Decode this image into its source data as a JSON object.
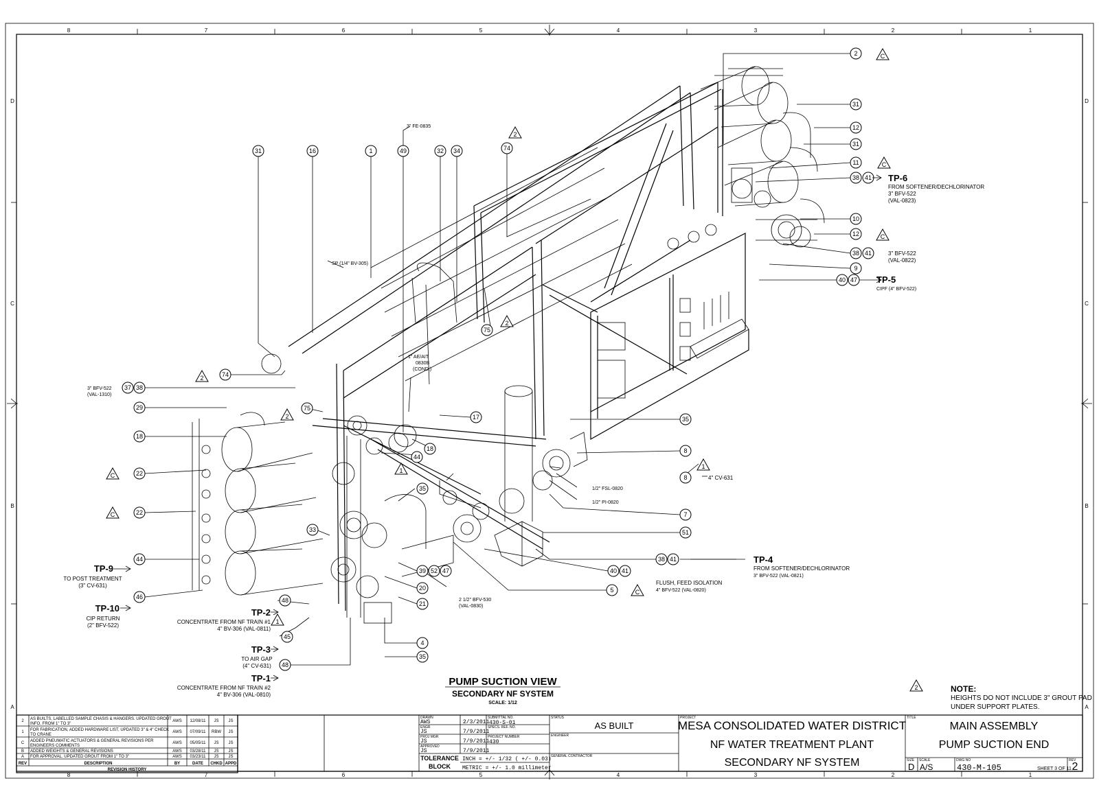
{
  "zones": {
    "columns": [
      "8",
      "7",
      "6",
      "5",
      "4",
      "3",
      "2",
      "1"
    ],
    "rows": [
      "D",
      "C",
      "B",
      "A"
    ]
  },
  "balloons": [
    {
      "id": "b-2-top",
      "label": "2"
    },
    {
      "id": "b-31-r1",
      "label": "31"
    },
    {
      "id": "b-12-r1",
      "label": "12"
    },
    {
      "id": "b-31-r2",
      "label": "31"
    },
    {
      "id": "b-11",
      "label": "11"
    },
    {
      "id": "b-38-tp6",
      "label": "38"
    },
    {
      "id": "b-41-tp6",
      "label": "41"
    },
    {
      "id": "b-10",
      "label": "10"
    },
    {
      "id": "b-12-r2",
      "label": "12"
    },
    {
      "id": "b-38-r",
      "label": "38"
    },
    {
      "id": "b-41-r",
      "label": "41"
    },
    {
      "id": "b-9",
      "label": "9"
    },
    {
      "id": "b-40-tp5",
      "label": "40"
    },
    {
      "id": "b-47-tp5",
      "label": "47"
    },
    {
      "id": "b-31-top",
      "label": "31"
    },
    {
      "id": "b-16",
      "label": "16"
    },
    {
      "id": "b-1",
      "label": "1"
    },
    {
      "id": "b-49",
      "label": "49"
    },
    {
      "id": "b-32",
      "label": "32"
    },
    {
      "id": "b-34",
      "label": "34"
    },
    {
      "id": "b-74-top",
      "label": "74"
    },
    {
      "id": "b-75-mid",
      "label": "75"
    },
    {
      "id": "b-74-left",
      "label": "74"
    },
    {
      "id": "b-37",
      "label": "37"
    },
    {
      "id": "b-38-left",
      "label": "38"
    },
    {
      "id": "b-29",
      "label": "29"
    },
    {
      "id": "b-75-left",
      "label": "75"
    },
    {
      "id": "b-18-left",
      "label": "18"
    },
    {
      "id": "b-22-a",
      "label": "22"
    },
    {
      "id": "b-22-b",
      "label": "22"
    },
    {
      "id": "b-17",
      "label": "17"
    },
    {
      "id": "b-44-mid",
      "label": "44"
    },
    {
      "id": "b-18-mid",
      "label": "18"
    },
    {
      "id": "b-35-r",
      "label": "35"
    },
    {
      "id": "b-8-a",
      "label": "8"
    },
    {
      "id": "b-8-b",
      "label": "8"
    },
    {
      "id": "b-7",
      "label": "7"
    },
    {
      "id": "b-51",
      "label": "51"
    },
    {
      "id": "b-38-tp4",
      "label": "38"
    },
    {
      "id": "b-41-tp4",
      "label": "41"
    },
    {
      "id": "b-40-ff",
      "label": "40"
    },
    {
      "id": "b-41-ff",
      "label": "41"
    },
    {
      "id": "b-5",
      "label": "5"
    },
    {
      "id": "b-35-mid",
      "label": "35"
    },
    {
      "id": "b-33",
      "label": "33"
    },
    {
      "id": "b-39",
      "label": "39"
    },
    {
      "id": "b-52",
      "label": "52"
    },
    {
      "id": "b-47-mid",
      "label": "47"
    },
    {
      "id": "b-20",
      "label": "20"
    },
    {
      "id": "b-21",
      "label": "21"
    },
    {
      "id": "b-4",
      "label": "4"
    },
    {
      "id": "b-35-bot",
      "label": "35"
    },
    {
      "id": "b-44-tp9",
      "label": "44"
    },
    {
      "id": "b-46",
      "label": "46"
    },
    {
      "id": "b-48-tp2",
      "label": "48"
    },
    {
      "id": "b-45",
      "label": "45"
    },
    {
      "id": "b-48-tp1",
      "label": "48"
    }
  ],
  "revision_triangles": [
    {
      "id": "t-c-top",
      "label": "C"
    },
    {
      "id": "t-c-11",
      "label": "C"
    },
    {
      "id": "t-c-12",
      "label": "C"
    },
    {
      "id": "t-2-74",
      "label": "2"
    },
    {
      "id": "t-2-75",
      "label": "2"
    },
    {
      "id": "t-2-left74",
      "label": "2"
    },
    {
      "id": "t-2-left75",
      "label": "2"
    },
    {
      "id": "t-c-22a",
      "label": "C"
    },
    {
      "id": "t-c-22b",
      "label": "C"
    },
    {
      "id": "t-1-44",
      "label": "1"
    },
    {
      "id": "t-1-8",
      "label": "1"
    },
    {
      "id": "t-c-5",
      "label": "C"
    },
    {
      "id": "t-1-45",
      "label": "1"
    },
    {
      "id": "t-2-note",
      "label": "2"
    }
  ],
  "callouts": {
    "tp6": {
      "tag": "TP-6",
      "l1": "FROM SOFTENER/DECHLORINATOR",
      "l2": "3\" BFV-522",
      "l3": "(VAL-0823)"
    },
    "bfv0822": {
      "l1": "3\" BFV-522",
      "l2": "(VAL-0822)"
    },
    "tp5": {
      "tag": "TP-5",
      "l1": "CIPF (4\" BFV-522)"
    },
    "fe0835": "3\" FE-0835",
    "sp305": "SP (1/4\" BV-305)",
    "aeait": {
      "l1": "1\" AE/AIT",
      "l2": "0830B",
      "l3": "(COND.)"
    },
    "bfv1310": {
      "l1": "3\" BFV-522",
      "l2": "(VAL-1310)"
    },
    "cv631": "4\" CV-631",
    "fsl0820": "1/2\" FSL-0820",
    "pi0820": "1/2\" PI-0820",
    "tp4": {
      "tag": "TP-4",
      "l1": "FROM SOFTENER/DECHLORINATOR",
      "l2": "3\" BFV-522 (VAL-0821)"
    },
    "flush": {
      "l1": "FLUSH, FEED ISOLATION",
      "l2": "4\" BFV-522 (VAL-0820)"
    },
    "bfv530": {
      "l1": "2 1/2\" BFV-530",
      "l2": "(VAL-0830)"
    },
    "tp9": {
      "tag": "TP-9",
      "l1": "TO POST TREATMENT",
      "l2": "(3\" CV-631)"
    },
    "tp10": {
      "tag": "TP-10",
      "l1": "CIP RETURN",
      "l2": "(2\" BFV-522)"
    },
    "tp2": {
      "tag": "TP-2",
      "l1": "CONCENTRATE FROM NF TRAIN #1",
      "l2": "4\" BV-306 (VAL-0811)"
    },
    "tp3": {
      "tag": "TP-3",
      "l1": "TO AIR GAP",
      "l2": "(4\" CV-631)"
    },
    "tp1": {
      "tag": "TP-1",
      "l1": "CONCENTRATE FROM NF TRAIN #2",
      "l2": "4\" BV-306 (VAL-0810)"
    }
  },
  "view": {
    "title": "PUMP SUCTION VIEW",
    "subtitle": "SECONDARY NF SYSTEM",
    "scale": "SCALE: 1/12"
  },
  "note": {
    "title": "NOTE:",
    "line1": "HEIGHTS DO NOT INCLUDE 3\" GROUT PAD",
    "line2": "UNDER SUPPORT PLATES."
  },
  "revisions": {
    "rows": [
      {
        "rev": "2",
        "desc1": "AS BUILTS, LABELLED SAMPLE CHASIS & HANGERS. UPDATED GROUT",
        "desc2": "INFO. FROM 1\" TO 3\"",
        "by": "AWS",
        "date": "12/08/11",
        "chkd": "JS",
        "appd": "JS"
      },
      {
        "rev": "1",
        "desc1": "FOR FABRICATION, ADDED HARDWARE LIST, UPDATED 3\" & 4\" CHECK",
        "desc2": "TO CRANE",
        "by": "AWS",
        "date": "07/09/11",
        "chkd": "RBW",
        "appd": "JS"
      },
      {
        "rev": "C",
        "desc1": "ADDED PNEUMATIC ACTUATORS & GENERAL REVISIONS PER",
        "desc2": "ENGINEERS COMMENTS",
        "by": "AWS",
        "date": "05/05/11",
        "chkd": "JS",
        "appd": "JS"
      },
      {
        "rev": "B",
        "desc1": "ADDED WEIGHTS & GENERAL REVISIONS",
        "desc2": "",
        "by": "AWS",
        "date": "03/28/11",
        "chkd": "JS",
        "appd": "JS"
      },
      {
        "rev": "A",
        "desc1": "FOR APPROVAL. UPDATED GROUT FROM 1\" TO 3\"",
        "desc2": "",
        "by": "AWS",
        "date": "03/23/11",
        "chkd": "JS",
        "appd": "JS"
      }
    ],
    "headers": {
      "rev": "REV",
      "desc": "DESCRIPTION",
      "by": "BY",
      "date": "DATE",
      "chkd": "CHKD",
      "appd": "APPD"
    },
    "footer": "REVISION HISTORY"
  },
  "titleblock": {
    "drawn_lbl": "DRAWN",
    "drawn": "AWS",
    "drawn_date": "2/3/2011",
    "engr_lbl": "ENGR",
    "engr": "JS",
    "engr_date": "7/9/2011",
    "projmgr_lbl": "PROJ MGR",
    "projmgr": "JS",
    "projmgr_date": "7/9/2011",
    "approved_lbl": "APPROVED",
    "approved": "JS",
    "approved_date": "7/9/2011",
    "submittal_lbl": "SUBMITTAL NO.",
    "submittal": "430-S-01",
    "specs_lbl": "SPECS. REF. NO.",
    "projnum_lbl": "PROJECT NUMBER",
    "projnum": "430",
    "tol1": "TOLERANCE",
    "tol2": "BLOCK",
    "inch": "INCH = +/- 1/32 ( +/- 0.03)",
    "metric": "METRIC = +/- 1.0 millimeter",
    "status_lbl": "STATUS",
    "status": "AS BUILT",
    "engineer_lbl": "ENGINEER",
    "gc_lbl": "GENERAL CONTRACTOR",
    "project_lbl": "PROJECT",
    "project1": "MESA CONSOLIDATED WATER DISTRICT",
    "project2": "NF WATER TREATMENT PLANT",
    "project3": "SECONDARY NF SYSTEM",
    "title_lbl": "TITLE",
    "title1": "MAIN ASSEMBLY",
    "title2": "PUMP SUCTION END",
    "size_lbl": "SIZE",
    "size": "D",
    "scale_lbl": "SCALE",
    "scale": "A/S",
    "dwgno_lbl": "DWG NO",
    "dwgno": "430-M-105",
    "sheet": "SHEET 3  OF 11",
    "rev_lbl": "REV",
    "rev": "2"
  }
}
